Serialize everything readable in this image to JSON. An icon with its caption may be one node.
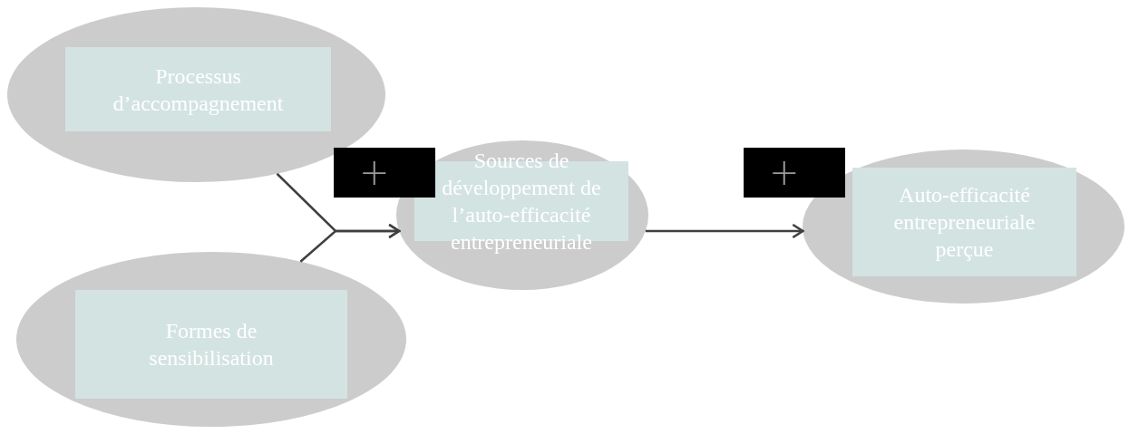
{
  "diagram": {
    "nodes": [
      {
        "text": [],
        "shape": "ellipse"
      },
      {
        "text": [
          "Processus d’accompagnement"
        ],
        "in": 0
      },
      {
        "text": [],
        "shape": "ellipse"
      },
      {
        "text": [
          "Formes de sensibilisation"
        ],
        "in": 2
      },
      {
        "text": [],
        "shape": "ellipse"
      },
      {
        "text": [
          "Sources de développement de l’auto-efficacité entrepreneuriale"
        ],
        "in": 4
      },
      {
        "text": [],
        "shape": "ellipse"
      },
      {
        "text": [
          "Auto-efficacité entrepreneuriale perçue"
        ],
        "in": 6
      }
    ],
    "edges": [
      {
        "from": 0,
        "to": 4,
        "arrow": "to",
        "label": "+"
      },
      {
        "from": 2,
        "to": 4,
        "arrow": "to"
      },
      {
        "from": 4,
        "to": 6,
        "arrow": "to",
        "label": "+"
      }
    ]
  }
}
